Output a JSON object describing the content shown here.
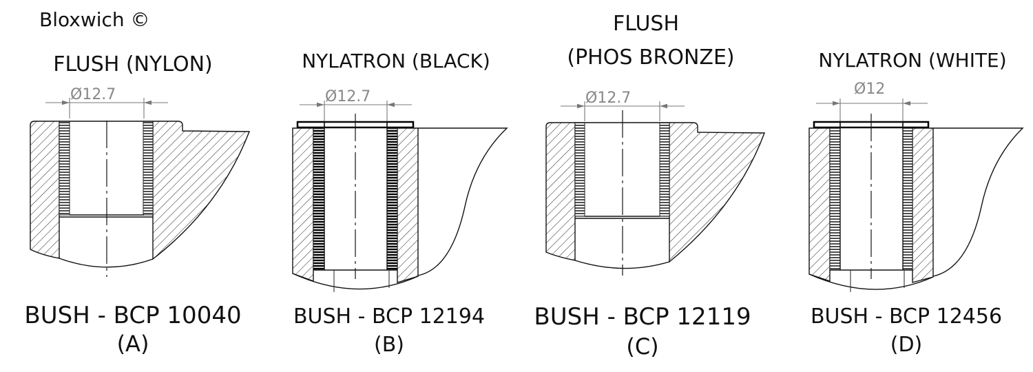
{
  "brand": "Bloxwich ©",
  "drawings": [
    {
      "title": "FLUSH (NYLON)",
      "dimension": "Ø12.7",
      "part": "BUSH - BCP 10040",
      "label": "(A)"
    },
    {
      "title": "NYLATRON (BLACK)",
      "dimension": "Ø12.7",
      "part": "BUSH - BCP 12194",
      "label": "(B)"
    },
    {
      "title_line1": "FLUSH",
      "title_line2": "(PHOS BRONZE)",
      "dimension": "Ø12.7",
      "part": "BUSH - BCP 12119",
      "label": "(C)"
    },
    {
      "title": "NYLATRON (WHITE)",
      "dimension": "Ø12",
      "part": "BUSH - BCP 12456",
      "label": "(D)"
    }
  ]
}
